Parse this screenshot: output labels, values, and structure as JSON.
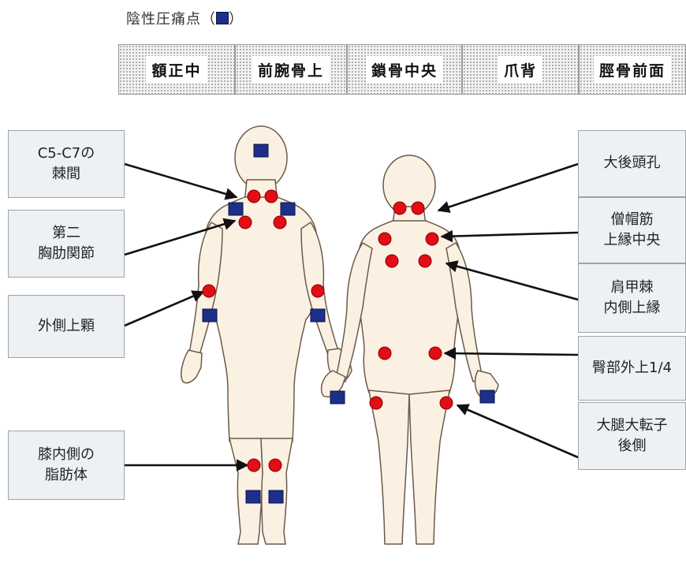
{
  "legend": {
    "text": "陰性圧痛点（",
    "close": "）",
    "marker": "blue-square-marker"
  },
  "negative_points": [
    "額正中",
    "前腕骨上",
    "鎖骨中央",
    "爪背",
    "脛骨前面"
  ],
  "left_labels": [
    {
      "text": "C5-C7の\n棘間"
    },
    {
      "text": "第二\n胸肋関節"
    },
    {
      "text": "外側上顆"
    },
    {
      "text": "膝内側の\n脂肪体"
    }
  ],
  "right_labels": [
    {
      "text": "大後頭孔"
    },
    {
      "text": "僧帽筋\n上縁中央"
    },
    {
      "text": "肩甲棘\n内側上縁"
    },
    {
      "text": "臀部外上1/4"
    },
    {
      "text": "大腿大転子\n後側"
    }
  ],
  "colors": {
    "skin": "#fbf1e2",
    "tender_point": "#e20d16",
    "negative_point": "#1c2f8c",
    "arrow": "#111111"
  }
}
